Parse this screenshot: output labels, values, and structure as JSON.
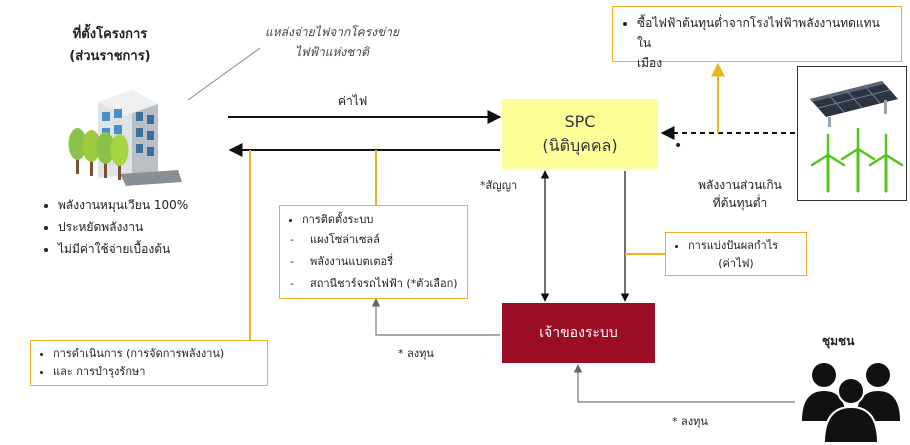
{
  "project": {
    "title": "ที่ตั้งโครงการ",
    "subtitle": "(ส่วนราชการ)",
    "benefits": [
      "พลังงานหมุนเวียน 100%",
      "ประหยัดพลังงาน",
      "ไม่มีค่าใช้จ่ายเบื้องต้น"
    ]
  },
  "grid_note": "แหล่งจ่ายไฟจากโครงข่าย\nไฟฟ้าแห่งชาติ",
  "electricity_fee_label": "ค่าไฟ",
  "spc": {
    "line1": "SPC",
    "line2": "(นิติบุคคล)"
  },
  "contract_label": "*สัญญา",
  "installation_box": {
    "title": "การติดตั้งระบบ",
    "items": [
      "แผงโซล่าเซลล์",
      "พลังงานแบตเตอรี่",
      "สถานีชาร์จรถไฟฟ้า (*ตัวเลือก)"
    ]
  },
  "profit_box": {
    "line1": "การแบ่งปันผลกำไร",
    "line2": "(ค่าไฟ)"
  },
  "excess_label": "พลังงานส่วนเกิน\nที่ต้นทุนต่ำ",
  "purchase_box": "ซื้อไฟฟ้าต้นทุนต่ำจากโรงไฟฟ้าพลังงานทดแทนใน\nเมือง",
  "owner_label": "เจ้าของระบบ",
  "invest_label_1": "* ลงทุน",
  "invest_label_2": "* ลงทุน",
  "operation_box": [
    "การดำเนินการ (การจัดการพลังงาน)",
    "และ  การบำรุงรักษา"
  ],
  "community_label": "ชุมชน",
  "colors": {
    "accent": "#f0b323",
    "owner": "#9b0d24",
    "spc": "#ffff99",
    "solar": "#2b3440",
    "turbine": "#52c41a"
  },
  "icons": [
    "building-icon",
    "solar-panel-icon",
    "wind-turbine-icon",
    "community-people-icon"
  ]
}
